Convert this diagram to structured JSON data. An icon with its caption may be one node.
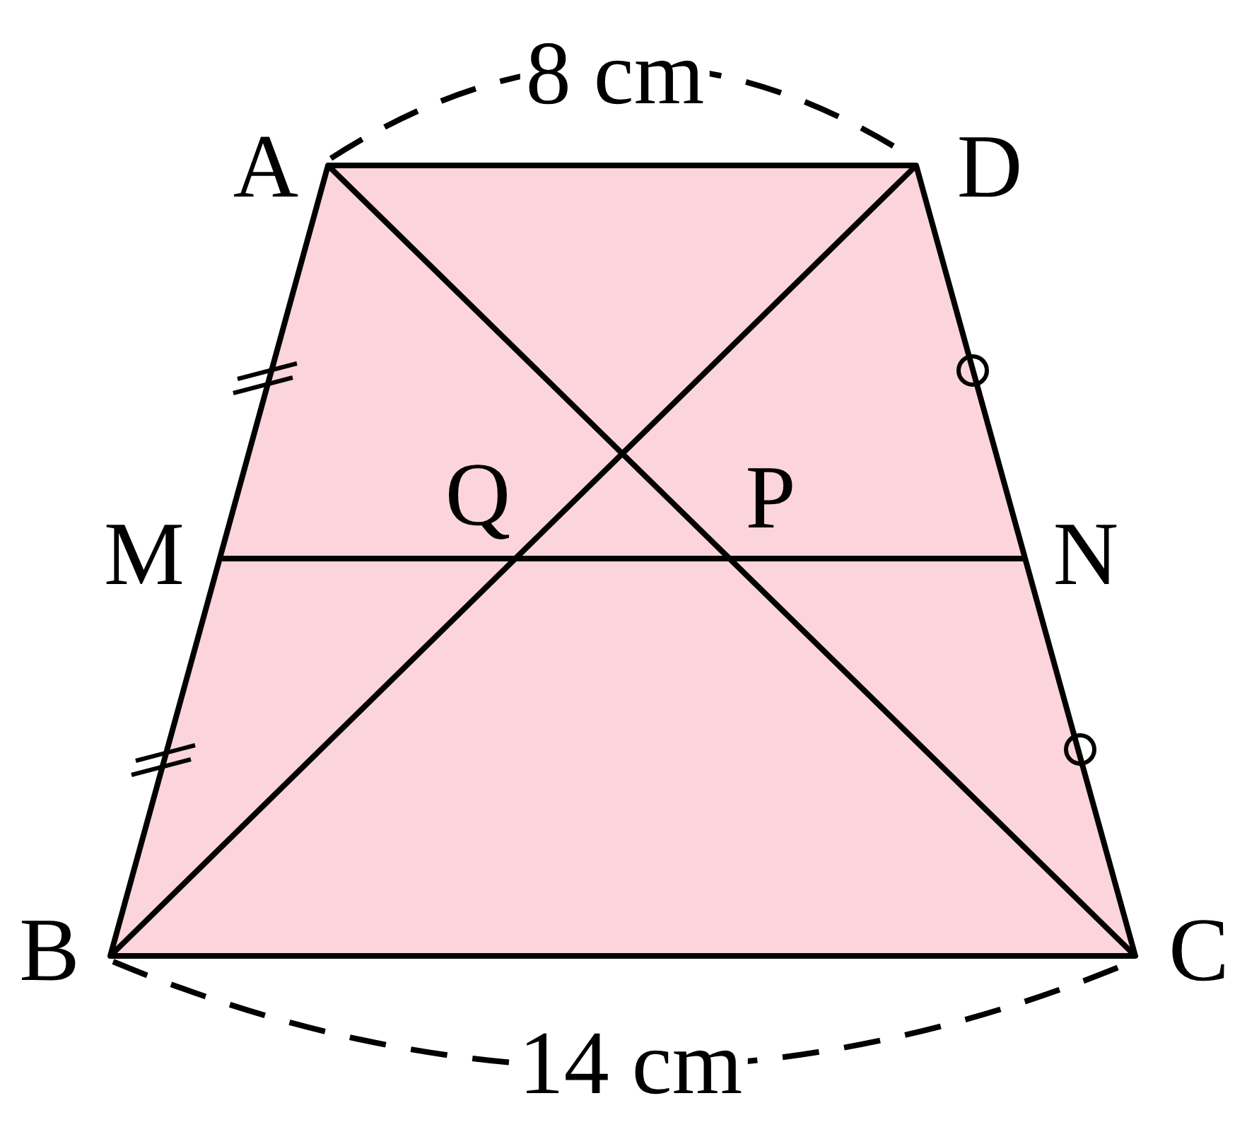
{
  "diagram": {
    "labels": [
      "8 cm",
      "A",
      "D",
      "Q",
      "P",
      "M",
      "N",
      "B",
      "C",
      "14 cm"
    ]
  }
}
